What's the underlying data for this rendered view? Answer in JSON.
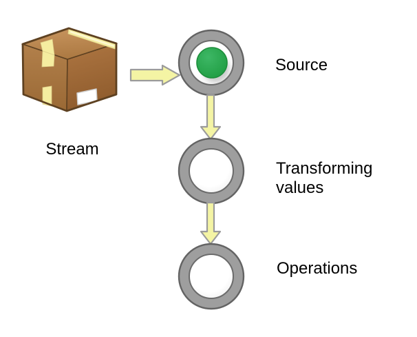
{
  "diagram": {
    "title_hint": "stream pipeline diagram",
    "stream": {
      "label": "Stream",
      "icon": "package-box"
    },
    "nodes": [
      {
        "label": "Source",
        "state": "has-value"
      },
      {
        "label": "Transforming values",
        "state": "empty"
      },
      {
        "label": "Operations",
        "state": "empty"
      }
    ],
    "connections": [
      {
        "from": "stream",
        "to": "source",
        "direction": "right"
      },
      {
        "from": "source",
        "to": "transforming-values",
        "direction": "down"
      },
      {
        "from": "transforming-values",
        "to": "operations",
        "direction": "down"
      }
    ]
  },
  "colors": {
    "background": "#ffffff",
    "text": "#000000",
    "ring_fill": "#9e9e9e",
    "ring_outer_stroke": "#636363",
    "ring_inner_stroke": "#6b6b6b",
    "node_inner": "#ffffff",
    "value_dot": "#24a347",
    "value_dot_stroke": "#1d8f3c",
    "arrow_fill": "#f4f4a4",
    "arrow_stroke": "#9b9b9b",
    "box_outline": "#5e4121",
    "tape": "#f5eda0",
    "shipping_label": "#ffffff"
  }
}
